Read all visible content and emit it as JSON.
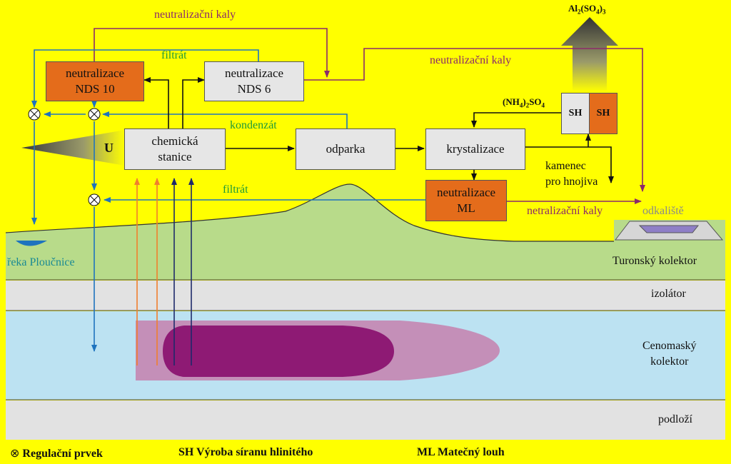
{
  "boxes": {
    "nds10": [
      "neutralizace",
      "NDS 10"
    ],
    "nds6": [
      "neutralizace",
      "NDS 6"
    ],
    "chem": [
      "chemická",
      "stanice"
    ],
    "odparka": "odparka",
    "kryst": "krystalizace",
    "ml": [
      "neutralizace",
      "ML"
    ],
    "sh1": "SH",
    "sh2": "SH"
  },
  "labels": {
    "neutral_kaly_top": "neutralizační kaly",
    "neutral_kaly_right": "neutralizační kaly",
    "netral_kaly": "netralizační kaly",
    "filtrat_top": "filtrát",
    "filtrat_bottom": "filtrát",
    "kondenzat": "kondenzát",
    "u": "U",
    "al_base": "Al",
    "al_sub": "2",
    "al_mid": "(SO",
    "al_sub2": "4",
    "al_end": ")",
    "al_sub3": "3",
    "nh_open": "(NH",
    "nh_sub": "4",
    "nh_mid": ")",
    "nh_sub2": "2",
    "nh_end": "SO",
    "nh_sub3": "4",
    "kamenec": [
      "kamenec",
      "pro hnojiva"
    ],
    "odkaliste": "odkaliště",
    "reka": "řeka Ploučnice",
    "turonsky": "Turonský kolektor",
    "izolator": "izolátor",
    "cenomasky": [
      "Cenomaský",
      "kolektor"
    ],
    "podlozi": "podloží"
  },
  "legend": {
    "symbol": "⊗",
    "regulacni": "Regulační prvek",
    "sh": "SH  Výroba síranu hlinitého",
    "ml": "ML  Matečný louh"
  },
  "colors": {
    "background": "#FFFF00",
    "box_grey": "#E6E6E6",
    "box_orange": "#E46C1B",
    "purple_arrow": "#8B2A6B",
    "blue_arrow": "#1E73BE",
    "green_text": "#1E9A3A",
    "teal_text": "#1A8A94",
    "hill": "#B8DB8A",
    "layer_grey": "#E2E2E2",
    "layer_blue": "#BCE2F2",
    "plume_light": "#C48FB8",
    "plume_dark": "#8E1A74",
    "orange_arrow": "#F07F2E",
    "navy_arrow": "#1E2A6B"
  }
}
